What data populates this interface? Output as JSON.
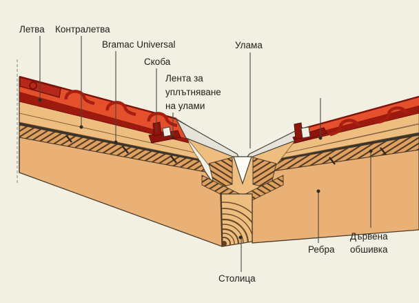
{
  "diagram": {
    "background": "#f2efe3",
    "colors": {
      "tile": "#e5502c",
      "tile_dark": "#9e1a0e",
      "tile_profile": "#a81e10",
      "wood": "#eebd80",
      "wood_face": "#e9b175",
      "hatch_bg": "#dfa160",
      "hatch_line": "#4a3522",
      "valley_metal": "#e6e4da",
      "outline": "#3f352a",
      "text": "#1d1d1b"
    },
    "labels": {
      "batten": "Летва",
      "counter_batten": "Контралетва",
      "underlay": "Bramac Universal",
      "clamp": "Скоба",
      "sealing_tape": [
        "Лента за",
        "уплътняване",
        "на улами"
      ],
      "valley": "Улама",
      "rafters": "Ребра",
      "wood_sheathing": [
        "Дървена",
        "обшивка"
      ],
      "purlin": "Столица"
    }
  }
}
